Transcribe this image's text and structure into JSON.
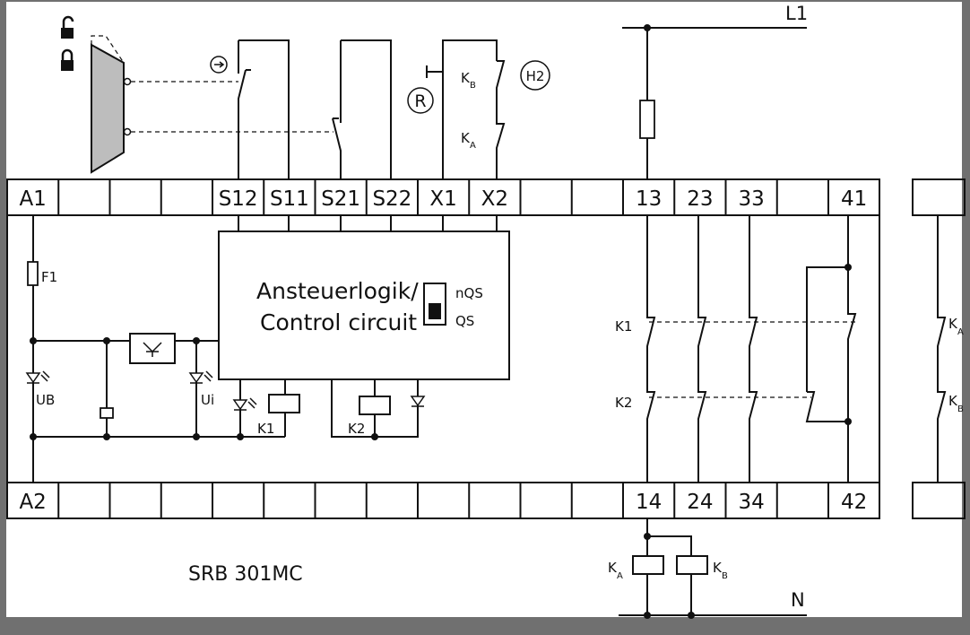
{
  "supply": {
    "line": "L1",
    "neutral": "N"
  },
  "terminals_top": [
    "A1",
    "",
    "",
    "",
    "S12",
    "S11",
    "S21",
    "S22",
    "X1",
    "X2",
    "",
    "",
    "13",
    "23",
    "33",
    "",
    "41"
  ],
  "terminals_bottom": [
    "A2",
    "",
    "",
    "",
    "",
    "",
    "",
    "",
    "",
    "",
    "",
    "",
    "14",
    "24",
    "34",
    "",
    "42"
  ],
  "control_block": {
    "line1": "Ansteuerlogik/",
    "line2": "Control circuit",
    "switch_upper": "nQS",
    "switch_lower": "QS"
  },
  "labels": {
    "fuse": "F1",
    "led_supply": "UB",
    "led_internal": "Ui",
    "relay1": "K1",
    "relay2": "K2",
    "reset": "R",
    "lamp": "H2",
    "contactor_a": "K",
    "contactor_a_sub": "A",
    "contactor_b": "K",
    "contactor_b_sub": "B"
  },
  "product": "SRB 301MC",
  "colors": {
    "frame": "#707070",
    "paper": "#ffffff",
    "ink": "#111111",
    "door": "#bdbdbd"
  }
}
